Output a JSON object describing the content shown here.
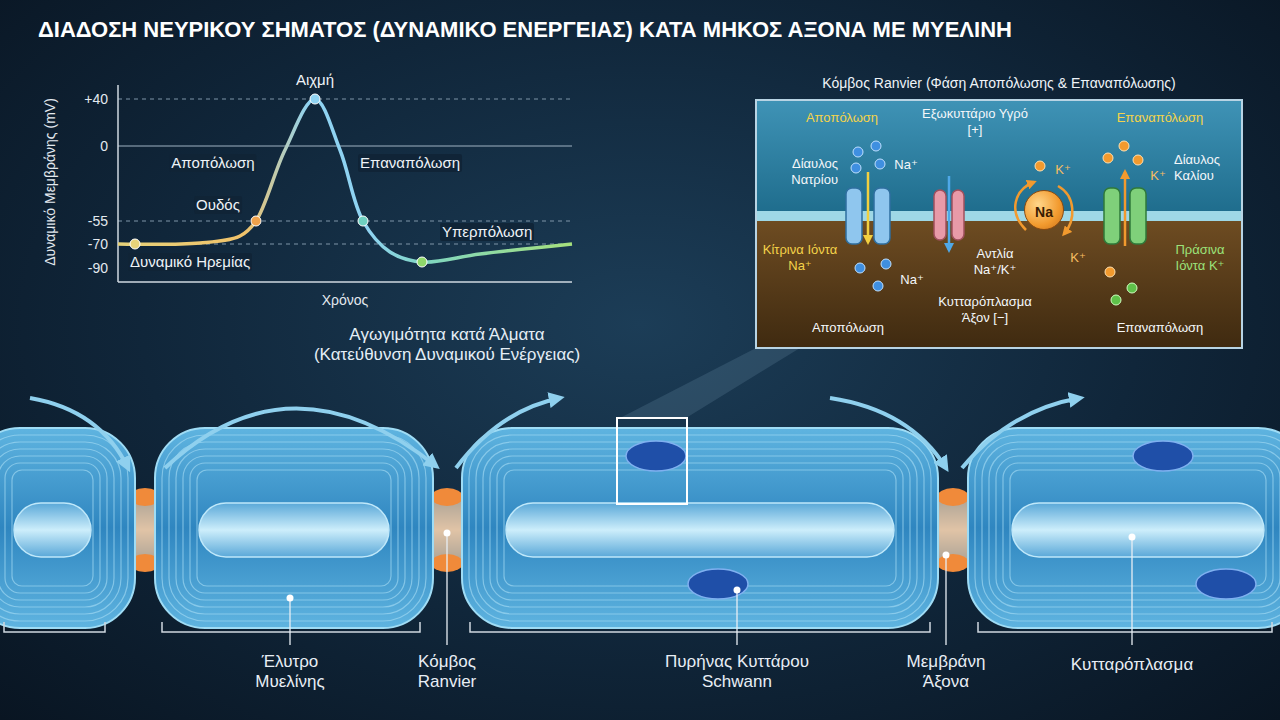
{
  "diagram": {
    "title": "ΔΙΑΔΟΣΗ ΝΕΥΡΙΚΟΥ ΣΗΜΑΤΟΣ (ΔΥΝΑΜΙΚΟ ΕΝΕΡΓΕΙΑΣ) ΚΑΤΑ ΜΗΚΟΣ ΑΞΟΝΑ ΜΕ ΜΥΕΛΙΝΗ",
    "nodes": [
      {
        "text": [
          "Κόμβος Ranvier (Φάση Αποπόλωσης & Επαναπόλωσης)"
        ]
      },
      {
        "text": [
          "Na"
        ],
        "in": 0
      }
    ],
    "labels": [
      "+40",
      "0",
      "-55",
      "-70",
      "-90",
      "Δυναμικό Μεμβράνης (mV)",
      "Χρόνος",
      "Αιχμή",
      "Αποπόλωση",
      "Επαναπόλωση",
      "Ουδός",
      "Δυναμικό Ηρεμίας",
      "Υπερπόλωση",
      "Αγωγιμότητα κατά Άλματα (Κατεύθυνση Δυναμικού Ενέργειας)",
      "Αποπόλωση",
      "Εξωκυττάριο Υγρό [+]",
      "Επαναπόλωση",
      "Δίαυλος Νατρίου",
      "Na⁺",
      "Κίτρινα Ιόντα Na⁺",
      "Na⁺",
      "Αντλία Na⁺/K⁺",
      "K⁺",
      "K⁺",
      "K⁺",
      "Δίαυλος Καλίου",
      "Πράσινα Ιόντα K⁺",
      "Κυτταρόπλασμα Άξον [−]",
      "Αποπόλωση",
      "Επαναπόλωση",
      "Έλυτρο Μυελίνης",
      "Κόμβος Ranvier",
      "Πυρήνας Κυττάρου Schwann",
      "Μεμβράνη Άξονα",
      "Κυτταρόπλασμα"
    ]
  }
}
